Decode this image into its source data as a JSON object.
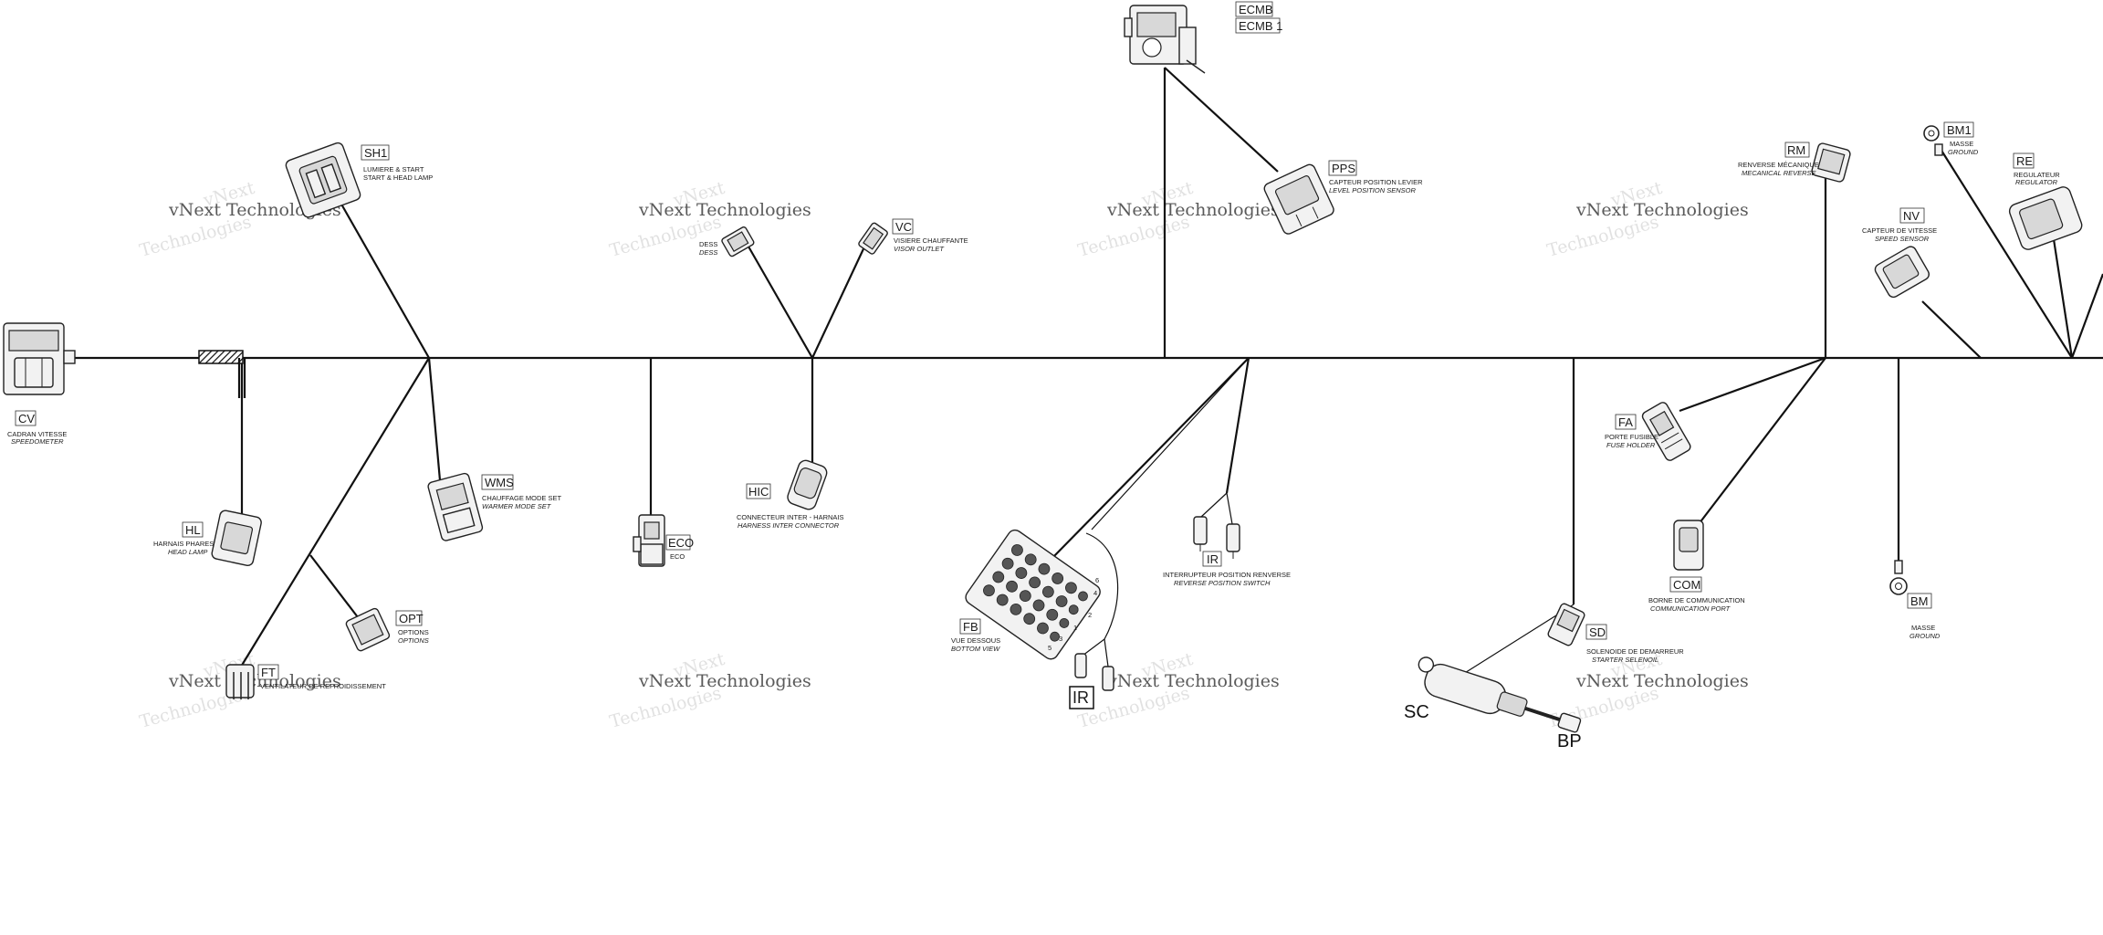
{
  "watermark": {
    "line1": "vNext Technologies",
    "line2": "vNext",
    "line3": "Technologies"
  },
  "connectors": {
    "cv": {
      "code": "CV",
      "line1": "CADRAN VITESSE",
      "line2": "SPEEDOMETER"
    },
    "sh1": {
      "code": "SH1",
      "line1": "LUMIERE & START",
      "line2": "START & HEAD LAMP"
    },
    "hl": {
      "code": "HL",
      "line1": "HARNAIS PHARES",
      "line2": "HEAD LAMP"
    },
    "wms": {
      "code": "WMS",
      "line1": "CHAUFFAGE MODE SET",
      "line2": "WARMER MODE SET"
    },
    "opt": {
      "code": "OPT",
      "line1": "OPTIONS",
      "line2": "OPTIONS"
    },
    "ft": {
      "code": "FT",
      "line1": "VENTILATEUR DE REFROIDISSEMENT",
      "line2": ""
    },
    "dess": {
      "code": "",
      "line1": "DESS",
      "line2": "DESS"
    },
    "vc": {
      "code": "VC",
      "line1": "VISIERE CHAUFFANTE",
      "line2": "VISOR OUTLET"
    },
    "eco": {
      "code": "ECO",
      "line1": "ECO",
      "line2": ""
    },
    "hic": {
      "code": "HIC",
      "line1": "CONNECTEUR INTER - HARNAIS",
      "line2": "HARNESS INTER CONNECTOR"
    },
    "ecmb": {
      "code": "ECMB",
      "code2": "ECMB 1"
    },
    "pps": {
      "code": "PPS",
      "line1": "CAPTEUR POSITION LEVIER",
      "line2": "LEVEL POSITION SENSOR"
    },
    "ir": {
      "code": "IR",
      "line1": "INTERRUPTEUR POSITION RENVERSE",
      "line2": "REVERSE POSITION SWITCH"
    },
    "fb": {
      "code": "FB",
      "line1": "VUE DESSOUS",
      "line2": "BOTTOM VIEW"
    },
    "irb": {
      "code": "IR"
    },
    "rm": {
      "code": "RM",
      "line1": "RENVERSE MÉCANIQUE",
      "line2": "MECANICAL REVERSE"
    },
    "fa": {
      "code": "FA",
      "line1": "PORTE FUSIBLE",
      "line2": "FUSE HOLDER"
    },
    "com": {
      "code": "COM",
      "line1": "BORNE DE COMMUNICATION",
      "line2": "COMMUNICATION PORT"
    },
    "sd": {
      "code": "SD",
      "line1": "SOLENOIDE DE DEMARREUR",
      "line2": "STARTER SELENOIL"
    },
    "sc": {
      "code": "SC"
    },
    "bp": {
      "code": "BP"
    },
    "bm1": {
      "code": "BM1",
      "line1": "MASSE",
      "line2": "GROUND"
    },
    "nv": {
      "code": "NV",
      "line1": "CAPTEUR DE VITESSE",
      "line2": "SPEED SENSOR"
    },
    "re": {
      "code": "RE",
      "line1": "REGULATEUR",
      "line2": "REGULATOR"
    },
    "bm": {
      "code": "BM",
      "line1": "MASSE",
      "line2": "GROUND"
    }
  },
  "fuse_box_numbers": [
    "6",
    "4",
    "2",
    "1",
    "3",
    "5"
  ]
}
